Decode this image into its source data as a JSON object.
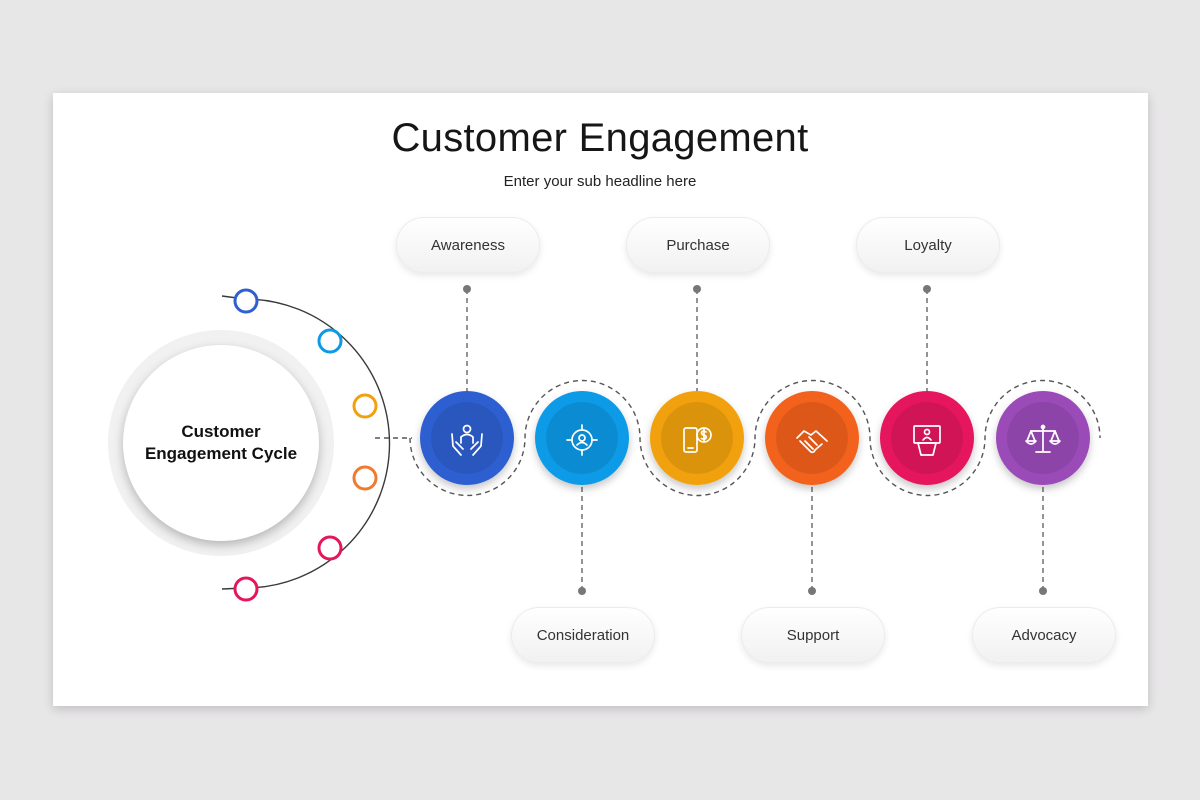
{
  "header": {
    "title": "Customer Engagement",
    "subtitle": "Enter your sub headline here"
  },
  "hub": {
    "label": "Customer Engagement Cycle"
  },
  "stages": [
    {
      "label": "Awareness",
      "icon": "hands-holding-person-icon",
      "color": "#2f5fd0",
      "position": "top"
    },
    {
      "label": "Consideration",
      "icon": "target-user-icon",
      "color": "#0c9ae6",
      "position": "bottom"
    },
    {
      "label": "Purchase",
      "icon": "mobile-payment-icon",
      "color": "#f1a10d",
      "position": "top"
    },
    {
      "label": "Support",
      "icon": "handshake-icon",
      "color": "#f2621b",
      "position": "bottom"
    },
    {
      "label": "Loyalty",
      "icon": "presentation-podium-icon",
      "color": "#e5165d",
      "position": "top"
    },
    {
      "label": "Advocacy",
      "icon": "balance-scale-icon",
      "color": "#9a4bb8",
      "position": "bottom"
    }
  ],
  "arc_dot_colors": [
    "#2f5fd0",
    "#0c9ae6",
    "#f1a10d",
    "#f07a30",
    "#e5165d",
    "#e5165d"
  ]
}
